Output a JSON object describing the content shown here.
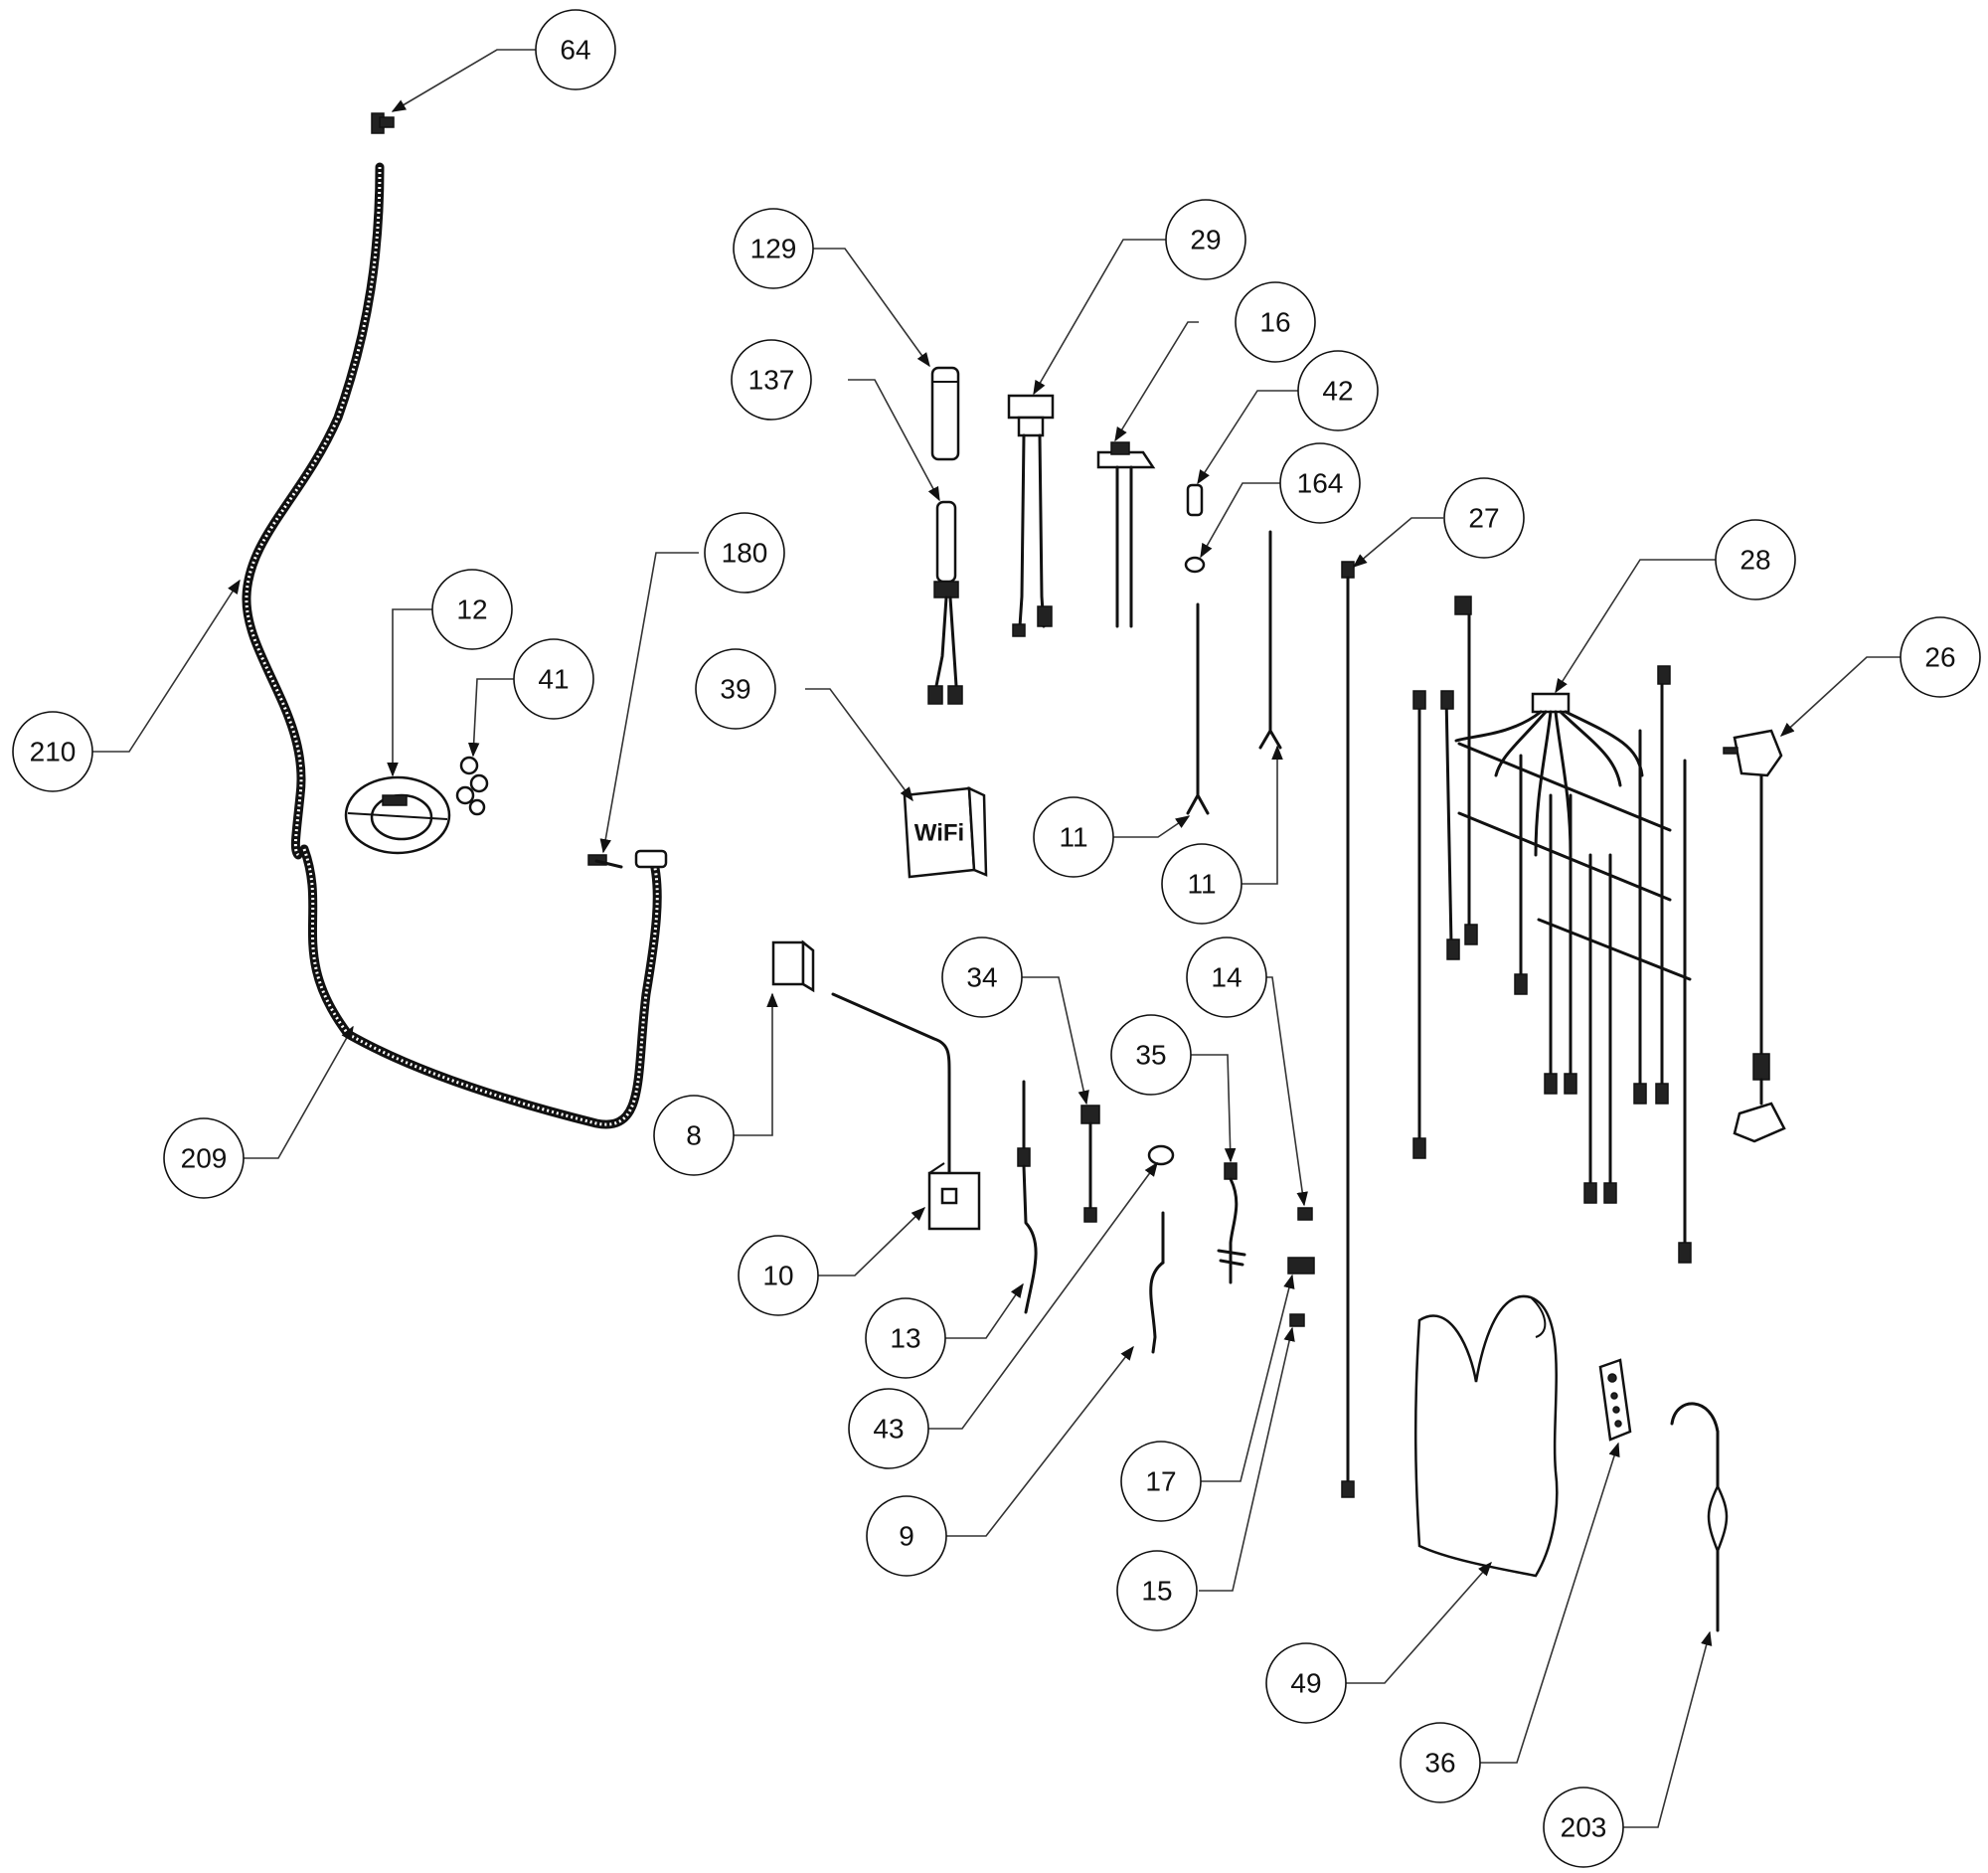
{
  "diagram": {
    "wifi_module_label": "WiFi",
    "callouts": [
      "64",
      "129",
      "29",
      "16",
      "42",
      "164",
      "27",
      "28",
      "26",
      "137",
      "180",
      "12",
      "41",
      "39",
      "210",
      "11",
      "11",
      "8",
      "34",
      "14",
      "35",
      "10",
      "13",
      "43",
      "9",
      "17",
      "15",
      "209",
      "49",
      "36",
      "203"
    ]
  }
}
